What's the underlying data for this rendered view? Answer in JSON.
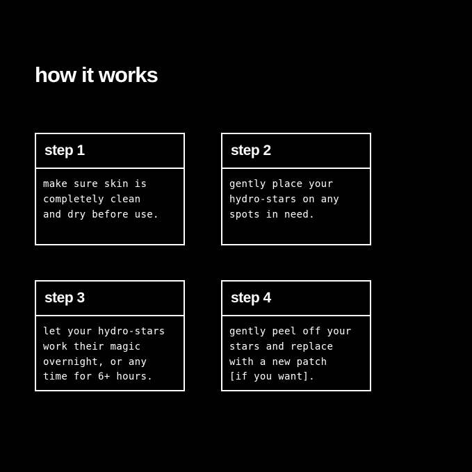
{
  "page": {
    "title": "how it works",
    "background_color": "#000000",
    "text_color": "#ffffff",
    "border_color": "#ffffff"
  },
  "steps": [
    {
      "header": "step 1",
      "body": "make sure skin is\ncompletely clean\nand dry before use."
    },
    {
      "header": "step 2",
      "body": "gently place your\nhydro-stars on any\nspots in need."
    },
    {
      "header": "step 3",
      "body": "let your hydro-stars\nwork their magic\novernight, or any\ntime for 6+ hours."
    },
    {
      "header": "step 4",
      "body": "gently peel off your\nstars and replace\nwith a new patch\n[if you want]."
    }
  ]
}
